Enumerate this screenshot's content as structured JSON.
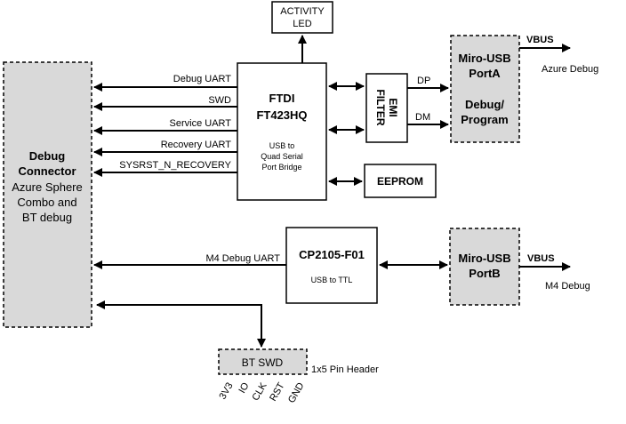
{
  "blocks": {
    "activity_led": [
      "ACTIVITY",
      "LED"
    ],
    "ftdi": {
      "title": [
        "FTDI",
        "FT423HQ"
      ],
      "subtitle": [
        "USB to",
        "Quad Serial",
        "Port Bridge"
      ]
    },
    "emi": [
      "EMI",
      "FILTER"
    ],
    "eeprom": "EEPROM",
    "usb_a": {
      "title": [
        "Miro-USB",
        "PortA"
      ],
      "subtitle": [
        "Debug/",
        "Program"
      ]
    },
    "usb_b": [
      "Miro-USB",
      "PortB"
    ],
    "cp2105": {
      "title": "CP2105-F01",
      "subtitle": "USB to TTL"
    },
    "debug_connector": {
      "title": [
        "Debug",
        "Connector"
      ],
      "subtitle": [
        "Azure Sphere",
        "Combo and",
        "BT debug"
      ]
    },
    "bt_swd": "BT SWD"
  },
  "signals": {
    "debug_uart": "Debug UART",
    "swd": "SWD",
    "service_uart": "Service UART",
    "recovery_uart": "Recovery UART",
    "sysrst": "SYSRST_N_RECOVERY",
    "m4_debug_uart": "M4 Debug UART",
    "dp": "DP",
    "dm": "DM",
    "vbus_a": "VBUS",
    "vbus_b": "VBUS"
  },
  "notes": {
    "azure_debug": "Azure Debug",
    "m4_debug": "M4 Debug",
    "pin_header": "1x5 Pin Header"
  },
  "pins": [
    "3V3",
    "IO",
    "CLK",
    "RST",
    "GND"
  ]
}
